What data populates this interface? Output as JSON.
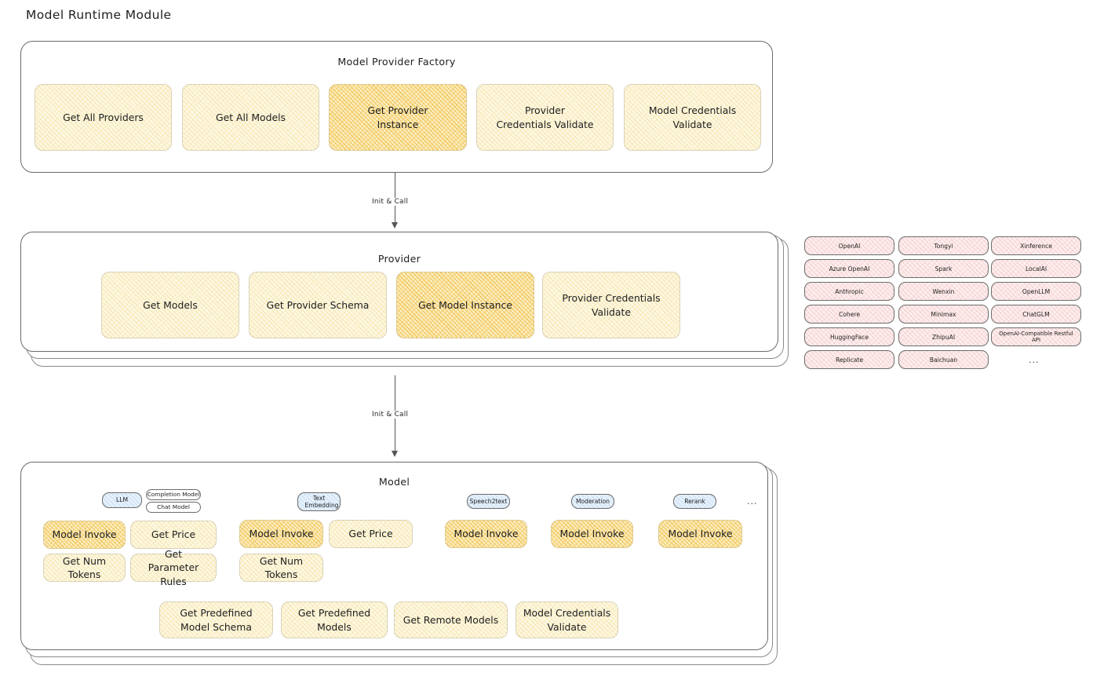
{
  "page": {
    "title": "Model Runtime Module"
  },
  "factory": {
    "title": "Model Provider Factory",
    "boxes": [
      {
        "label": "Get All Providers",
        "highlight": false
      },
      {
        "label": "Get All Models",
        "highlight": false
      },
      {
        "label": "Get Provider Instance",
        "highlight": true
      },
      {
        "label": "Provider Credentials Validate",
        "highlight": false
      },
      {
        "label": "Model Credentials Validate",
        "highlight": false
      }
    ]
  },
  "connectors": [
    {
      "label": "Init & Call"
    },
    {
      "label": "Init & Call"
    }
  ],
  "provider": {
    "title": "Provider",
    "boxes": [
      {
        "label": "Get Models",
        "highlight": false
      },
      {
        "label": "Get Provider Schema",
        "highlight": false
      },
      {
        "label": "Get Model Instance",
        "highlight": true
      },
      {
        "label": "Provider Credentials Validate",
        "highlight": false
      }
    ]
  },
  "provider_list": {
    "columns": [
      [
        "OpenAI",
        "Azure OpenAI",
        "Anthropic",
        "Cohere",
        "HuggingFace",
        "Replicate"
      ],
      [
        "Tongyi",
        "Spark",
        "Wenxin",
        "Minimax",
        "ZhipuAI",
        "Baichuan"
      ],
      [
        "Xinference",
        "LocalAI",
        "OpenLLM",
        "ChatGLM",
        "OpenAI-Compatible Restful API"
      ]
    ],
    "more": "..."
  },
  "model": {
    "title": "Model",
    "more": "...",
    "types": [
      {
        "tag": "LLM",
        "subtags": [
          "Completion Model",
          "Chat Model"
        ],
        "boxes": [
          {
            "label": "Model Invoke",
            "highlight": true
          },
          {
            "label": "Get Price",
            "highlight": false
          },
          {
            "label": "Get Num Tokens",
            "highlight": false
          },
          {
            "label": "Get Parameter Rules",
            "highlight": false
          }
        ]
      },
      {
        "tag": "Text Embedding",
        "subtags": [],
        "boxes": [
          {
            "label": "Model Invoke",
            "highlight": true
          },
          {
            "label": "Get Price",
            "highlight": false
          },
          {
            "label": "Get Num Tokens",
            "highlight": false
          }
        ]
      },
      {
        "tag": "Speech2text",
        "subtags": [],
        "boxes": [
          {
            "label": "Model Invoke",
            "highlight": true
          }
        ]
      },
      {
        "tag": "Moderation",
        "subtags": [],
        "boxes": [
          {
            "label": "Model Invoke",
            "highlight": true
          }
        ]
      },
      {
        "tag": "Rerank",
        "subtags": [],
        "boxes": [
          {
            "label": "Model Invoke",
            "highlight": true
          }
        ]
      }
    ],
    "common_boxes": [
      {
        "label": "Get Predefined Model Schema"
      },
      {
        "label": "Get Predefined Models"
      },
      {
        "label": "Get Remote Models"
      },
      {
        "label": "Model Credentials Validate"
      }
    ]
  },
  "colors": {
    "fill_light_yellow": "#fdf8e3",
    "fill_dark_yellow": "#fbeec2",
    "fill_pink": "#fdeeee",
    "fill_blue": "#e6f1fb",
    "stroke": "#6a6a6a",
    "text": "#1e1e1e"
  }
}
